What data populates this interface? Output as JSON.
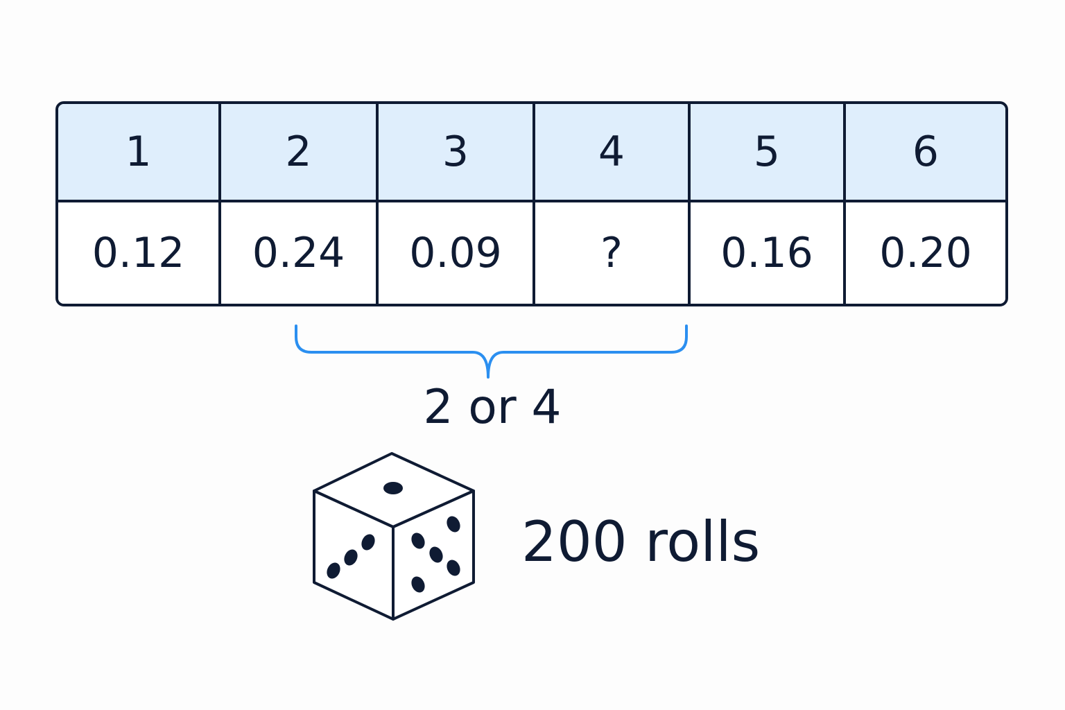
{
  "table": {
    "outcomes": [
      "1",
      "2",
      "3",
      "4",
      "5",
      "6"
    ],
    "probabilities": [
      "0.12",
      "0.24",
      "0.09",
      "?",
      "0.16",
      "0.20"
    ]
  },
  "bracket": {
    "label": "2 or 4",
    "color": "#2b8ff0"
  },
  "die": {
    "icon": "die-icon",
    "top_face_pips": 1,
    "left_face_pips": 3,
    "right_face_pips": 5
  },
  "rolls": {
    "label": "200 rolls"
  },
  "colors": {
    "ink": "#0f1b33",
    "header_fill": "#dfeefc",
    "accent": "#2b8ff0"
  }
}
